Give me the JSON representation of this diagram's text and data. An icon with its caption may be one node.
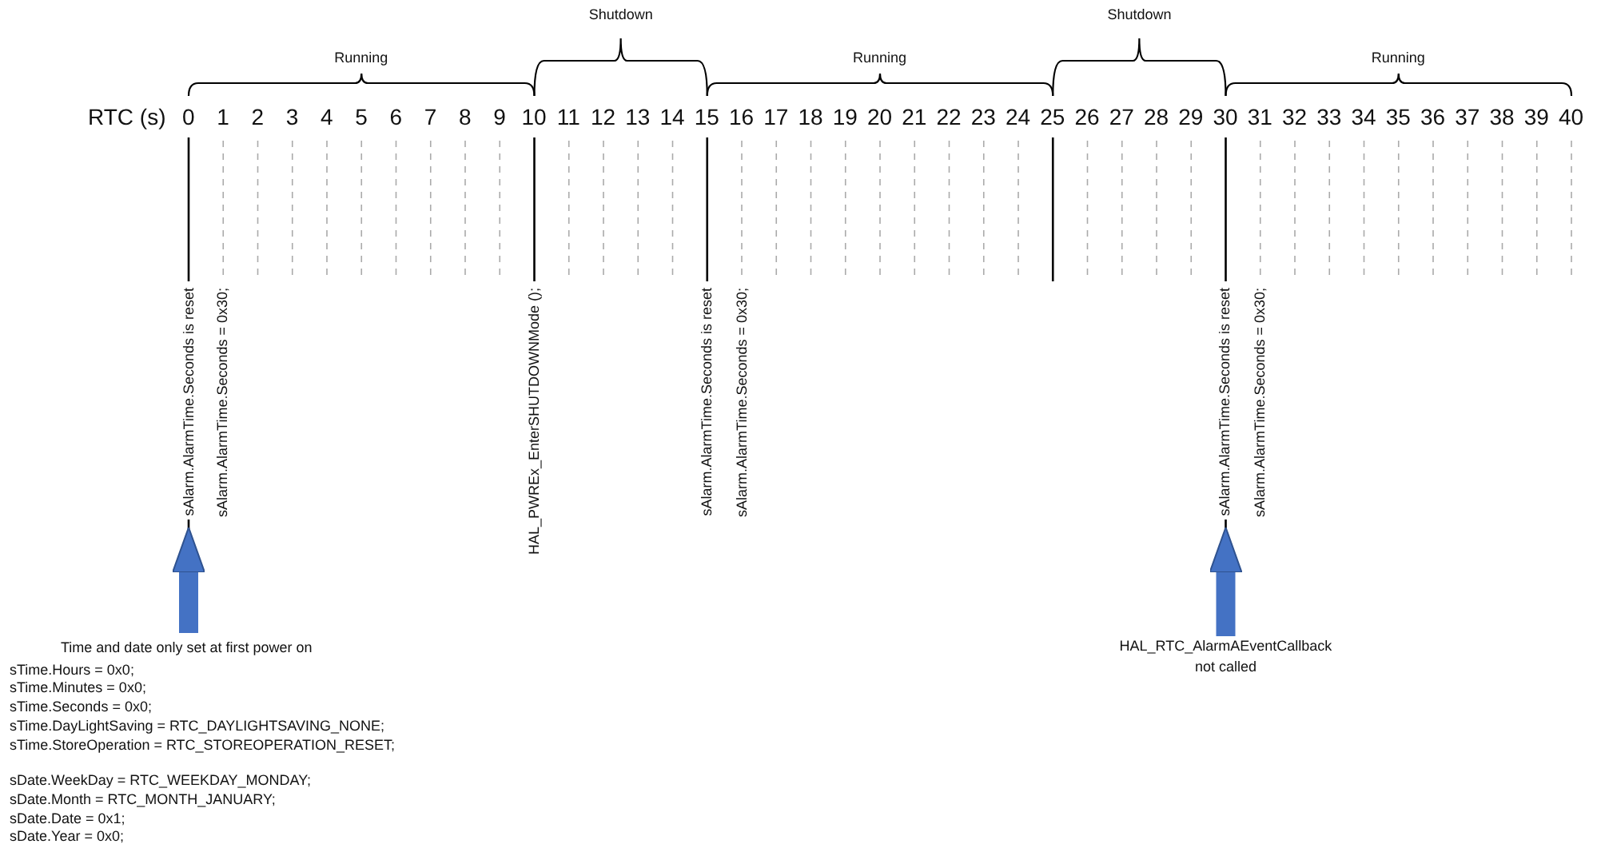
{
  "diagram": {
    "nodes": [
      {
        "text": [
          "sAlarm.AlarmTime.Seconds is reset"
        ]
      },
      {
        "text": [
          "sAlarm.AlarmTime.Seconds is reset"
        ]
      },
      {
        "text": [
          "Time and date only set at first power on",
          "sTime.Hours = 0x0;",
          "sTime.Minutes = 0x0;",
          "sTime.Seconds = 0x0;",
          "sTime.DayLightSaving = RTC_DAYLIGHTSAVING_NONE;",
          "sTime.StoreOperation = RTC_STOREOPERATION_RESET;",
          "sDate.WeekDay = RTC_WEEKDAY_MONDAY;",
          "sDate.Month = RTC_MONTH_JANUARY;",
          "sDate.Date = 0x1;",
          "sDate.Year = 0x0;"
        ]
      },
      {
        "text": [
          "HAL_RTC_AlarmAEventCallback not called"
        ]
      }
    ],
    "edges": [
      {
        "from": 2,
        "to": 0,
        "arrow": "to"
      },
      {
        "from": 3,
        "to": 1,
        "arrow": "to"
      }
    ],
    "labels": [
      "Shutdown",
      "Shutdown",
      "Running",
      "Running",
      "Running",
      "RTC (s)",
      "0",
      "1",
      "2",
      "3",
      "4",
      "5",
      "6",
      "7",
      "8",
      "9",
      "10",
      "11",
      "12",
      "13",
      "14",
      "15",
      "16",
      "17",
      "18",
      "19",
      "20",
      "21",
      "22",
      "23",
      "24",
      "25",
      "26",
      "27",
      "28",
      "29",
      "30",
      "31",
      "32",
      "33",
      "34",
      "35",
      "36",
      "37",
      "38",
      "39",
      "40",
      "sAlarm.AlarmTime.Seconds = 0x30;",
      "HAL_PWREx_EnterSHUTDOWNMode ();",
      "sAlarm.AlarmTime.Seconds is reset",
      "sAlarm.AlarmTime.Seconds = 0x30;",
      "sAlarm.AlarmTime.Seconds = 0x30;"
    ]
  }
}
